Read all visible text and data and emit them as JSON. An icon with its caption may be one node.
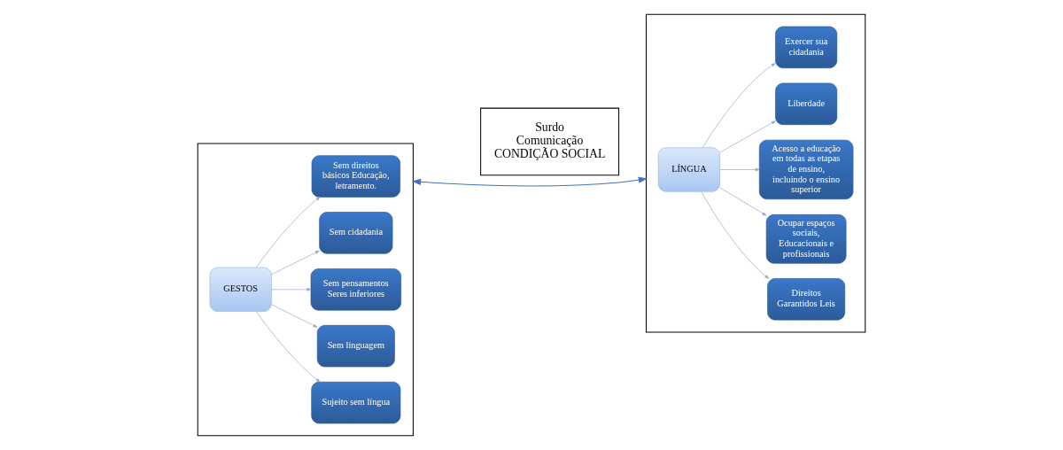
{
  "diagram": {
    "nodes": [
      {
        "text": [],
        "shape": "box"
      },
      {
        "text": [
          "GESTOS"
        ],
        "in": 0
      },
      {
        "text": [
          "Sujeito sem língua"
        ],
        "in": 0
      },
      {
        "text": [
          "Sem linguagem"
        ],
        "in": 0
      },
      {
        "text": [
          "Sem pensamentos Seres inferiores"
        ],
        "in": 0
      },
      {
        "text": [
          "Sem cidadania"
        ],
        "in": 0
      },
      {
        "text": [
          "Sem direitos básicos Educação, letramento."
        ],
        "in": 0
      },
      {
        "text": [
          "Surdo",
          "Comunicação",
          "CONDIÇÃO SOCIAL"
        ]
      },
      {
        "text": [],
        "shape": "box"
      },
      {
        "text": [
          "Direitos Garantidos Leis"
        ],
        "in": 8
      },
      {
        "text": [
          "Ocupar espaços sociais, Educacionais e profissionais"
        ],
        "in": 8
      },
      {
        "text": [
          "Acesso a educação em todas as etapas de ensino, incluindo o ensino superior"
        ],
        "in": 8
      },
      {
        "text": [
          "Liberdade"
        ],
        "in": 8
      },
      {
        "text": [
          "Exercer sua cidadania"
        ],
        "in": 8
      },
      {
        "text": [
          "LÍNGUA"
        ],
        "in": 8
      }
    ],
    "edges": [
      {
        "from": 1,
        "to": 2,
        "arrow": "to"
      },
      {
        "from": 1,
        "to": 3,
        "arrow": "to"
      },
      {
        "from": 1,
        "to": 4,
        "arrow": "to"
      },
      {
        "from": 1,
        "to": 5,
        "arrow": "to"
      },
      {
        "from": 1,
        "to": 6,
        "arrow": "to"
      },
      {
        "from": 14,
        "to": 9,
        "arrow": "to"
      },
      {
        "from": 14,
        "to": 10,
        "arrow": "to"
      },
      {
        "from": 14,
        "to": 11,
        "arrow": "to"
      },
      {
        "from": 14,
        "to": 12,
        "arrow": "to"
      },
      {
        "from": 14,
        "to": 13,
        "arrow": "to"
      },
      {
        "from": 0,
        "to": 8,
        "arrow": "both",
        "color": "#4472c4"
      }
    ]
  }
}
